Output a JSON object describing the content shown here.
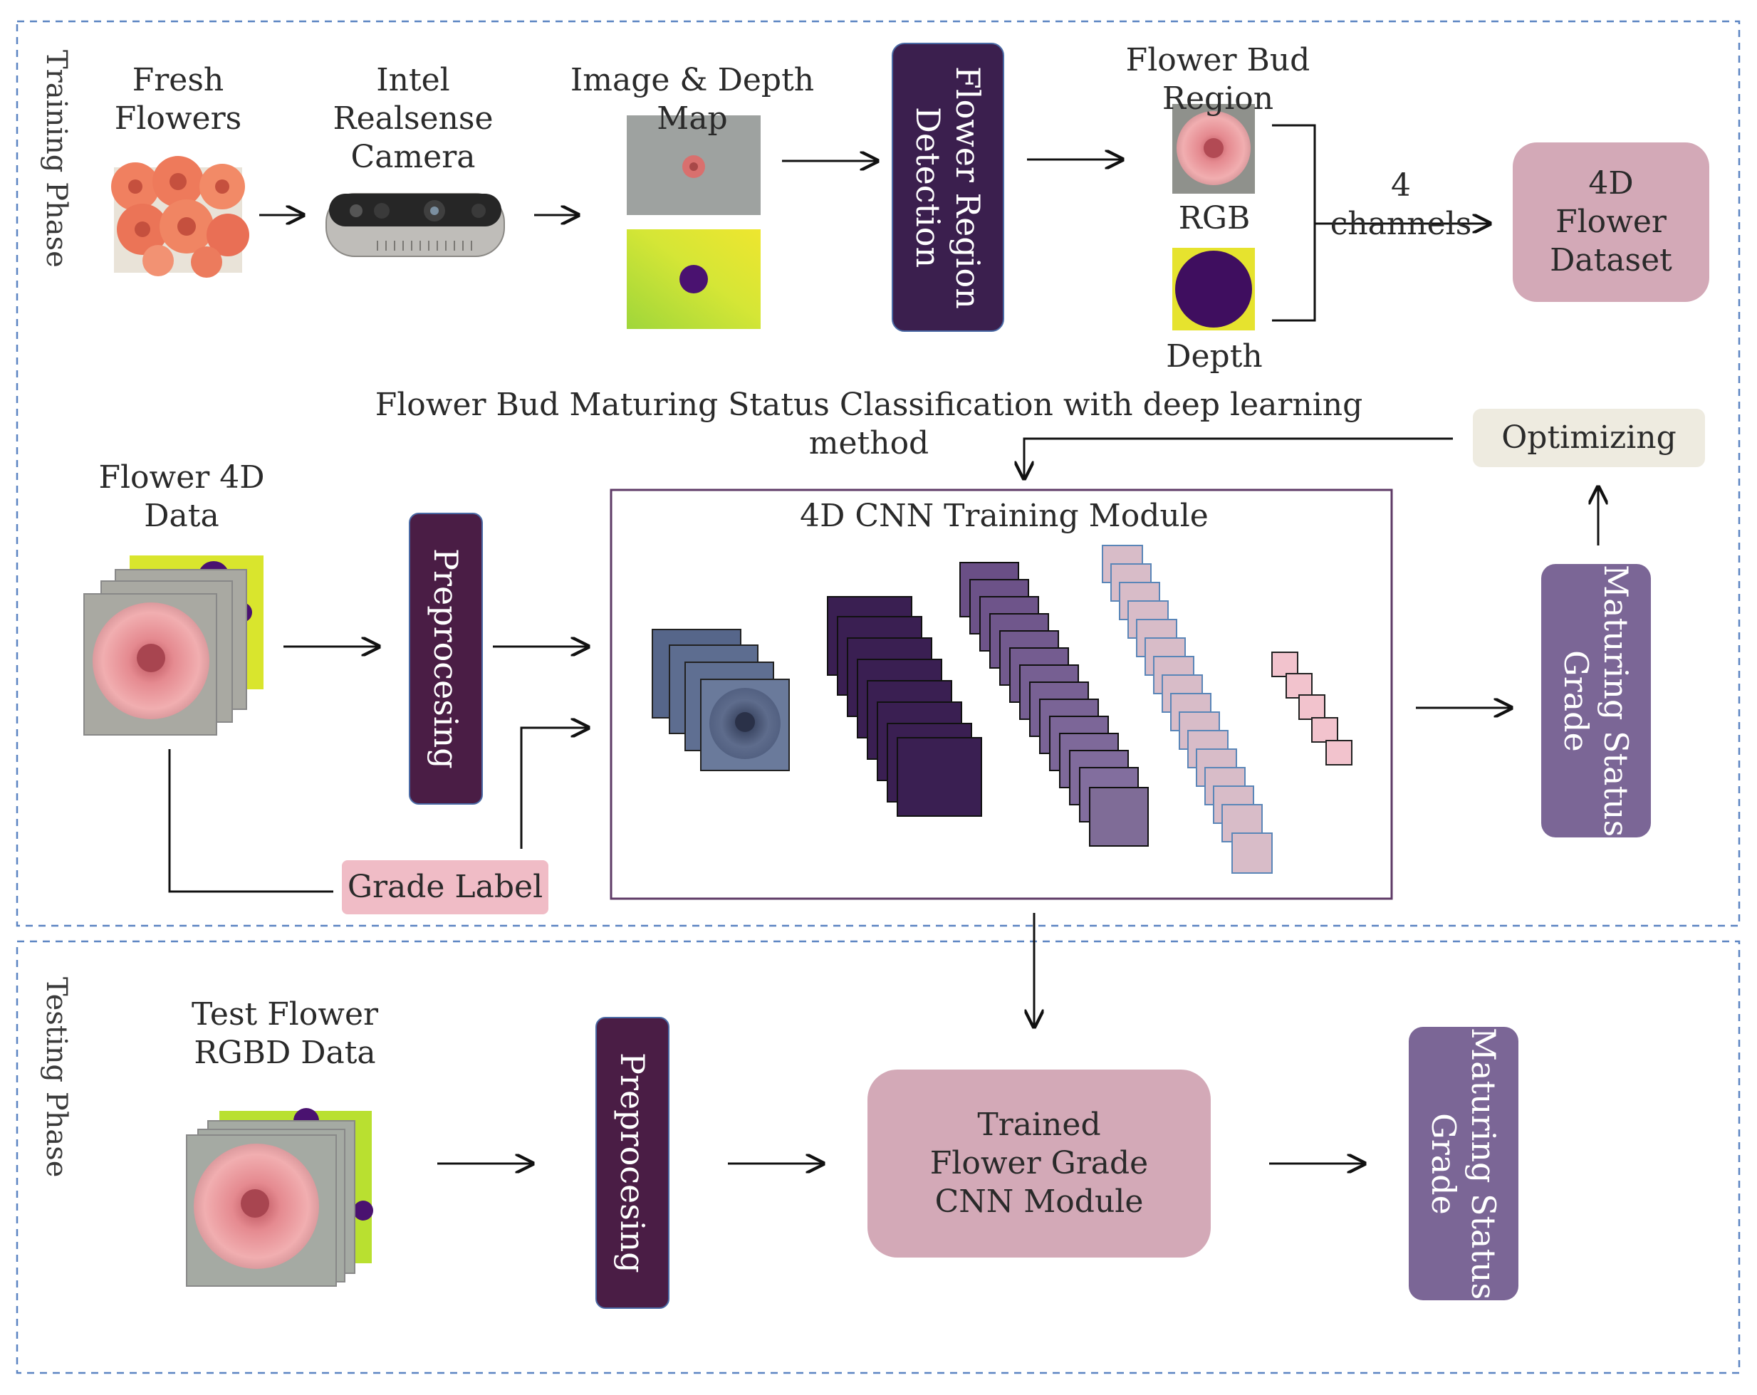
{
  "phases": {
    "training": "Training Phase",
    "testing": "Testing Phase"
  },
  "top_row": {
    "fresh_flowers": "Fresh\nFlowers",
    "camera": "Intel Realsense\nCamera",
    "image_depth": "Image & Depth Map",
    "region_detection": "Flower Region\nDetection",
    "bud_region": "Flower Bud Region",
    "rgb": "RGB",
    "depth": "Depth",
    "channels": "4 channels",
    "dataset": "4D\nFlower\nDataset"
  },
  "middle": {
    "classification_title": "Flower Bud Maturing Status Classification with deep learning method",
    "optimizing": "Optimizing",
    "flower_4d_data": "Flower 4D Data",
    "preprocessing": "Preprocesing",
    "cnn_module_title": "4D CNN Training Module",
    "grade_label": "Grade Label",
    "maturing_grade": "Maturing Status\nGrade"
  },
  "testing": {
    "test_data": "Test Flower\nRGBD Data",
    "preprocessing": "Preprocesing",
    "trained_module": "Trained\nFlower Grade\nCNN Module",
    "maturing_grade": "Maturing Status\nGrade"
  },
  "colors": {
    "dark_purple": "#3b1f4e",
    "deep_plum": "#4a1d45",
    "mauve": "#7b6696",
    "pink_box": "#d3a9b7",
    "cream": "#eeebe0",
    "dash_border": "#5b84c2"
  }
}
